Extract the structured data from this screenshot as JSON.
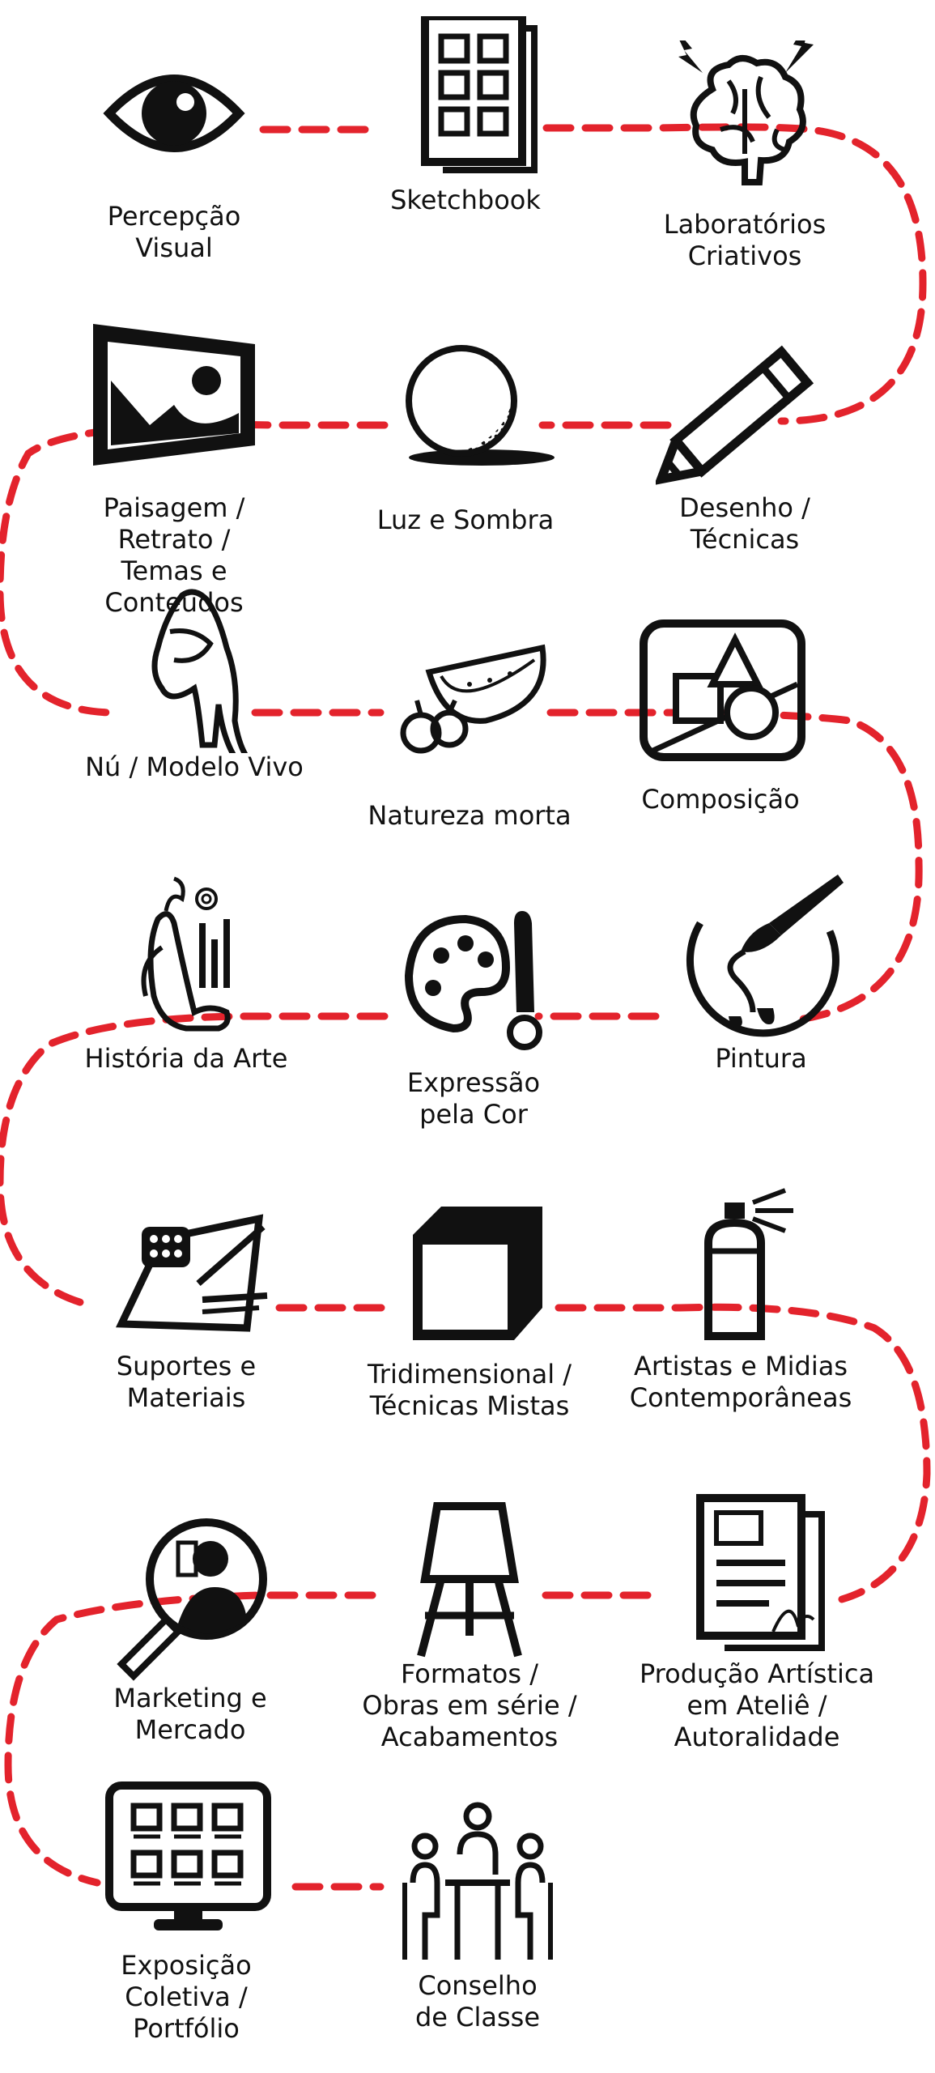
{
  "colors": {
    "path": "#e3232c",
    "ink": "#111111",
    "background": "#ffffff"
  },
  "steps": [
    {
      "label": "Percepção\nVisual",
      "icon": "eye-icon"
    },
    {
      "label": "Sketchbook",
      "icon": "sketchbook-icon"
    },
    {
      "label": "Laboratórios\nCriativos",
      "icon": "brain-lightning-icon"
    },
    {
      "label": "Desenho /\nTécnicas",
      "icon": "pencil-icon"
    },
    {
      "label": "Luz e Sombra",
      "icon": "shaded-sphere-icon"
    },
    {
      "label": "Paisagem / Retrato /\nTemas e Conteúdos",
      "icon": "landscape-frame-icon"
    },
    {
      "label": "Nú / Modelo Vivo",
      "icon": "seated-figure-icon"
    },
    {
      "label": "Natureza morta",
      "icon": "fruit-still-life-icon"
    },
    {
      "label": "Composição",
      "icon": "geometric-shapes-icon"
    },
    {
      "label": "Pintura",
      "icon": "paint-brush-drip-icon"
    },
    {
      "label": "Expressão\npela Cor",
      "icon": "palette-brush-icon"
    },
    {
      "label": "História da Arte",
      "icon": "art-history-figure-icon"
    },
    {
      "label": "Suportes e\nMateriais",
      "icon": "canvas-tools-icon"
    },
    {
      "label": "Tridimensional /\nTécnicas Mistas",
      "icon": "cube-icon"
    },
    {
      "label": "Artistas e Midias\nContemporâneas",
      "icon": "spray-can-icon"
    },
    {
      "label": "Produção Artística\nem Ateliê /\nAutoralidade",
      "icon": "signed-document-icon"
    },
    {
      "label": "Formatos /\nObras em série /\nAcabamentos",
      "icon": "easel-icon"
    },
    {
      "label": "Marketing e\nMercado",
      "icon": "magnifier-person-icon"
    },
    {
      "label": "Exposição Coletiva /\nPortfólio",
      "icon": "monitor-gallery-icon"
    },
    {
      "label": "Conselho\nde Classe",
      "icon": "meeting-table-icon"
    }
  ]
}
